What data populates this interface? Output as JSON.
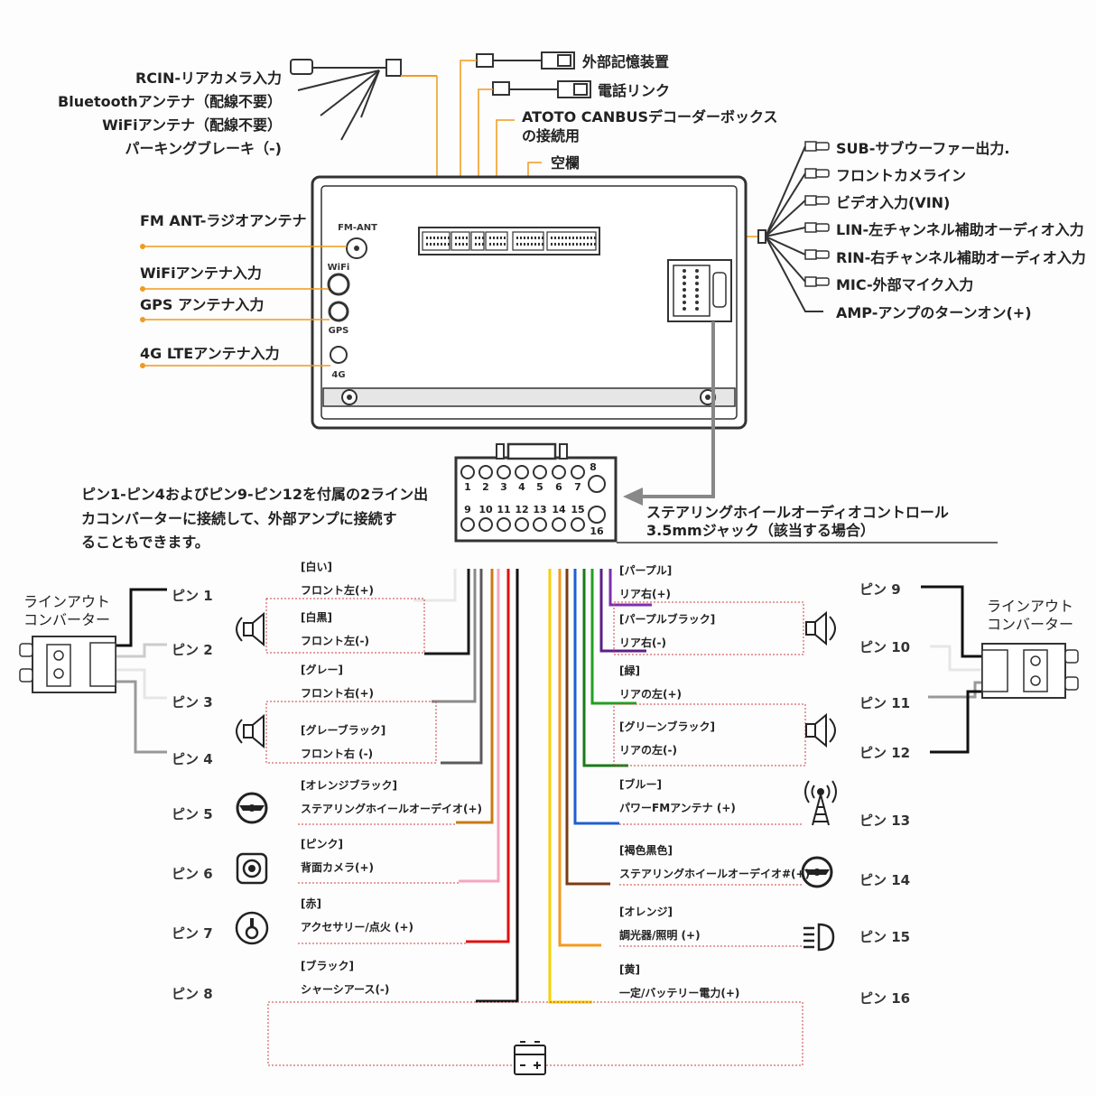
{
  "colors": {
    "orange": "#f29a1d",
    "outline": "#333333",
    "dash": "#d04040",
    "white": "#e8e8e8",
    "white_black": "#1a1a1a",
    "gray": "#8a8a8a",
    "gray_black": "#5a5a5a",
    "orange_black": "#c97a10",
    "pink": "#f4a6c0",
    "red": "#e01010",
    "black": "#111111",
    "yellow": "#f5d000",
    "orange_wire": "#f29a1d",
    "brown": "#7a3d10",
    "blue": "#1f5fd0",
    "green": "#22a022",
    "green_black": "#1a7a1a",
    "purple": "#7b2fb0",
    "purple_black": "#5a2088"
  },
  "top_left_labels": [
    "RCIN-リアカメラ入力",
    "Bluetoothアンテナ（配線不要）",
    "WiFiアンテナ（配線不要）",
    "パーキングブレーキ（-)"
  ],
  "top_center_labels": {
    "external_storage": "外部記憶装置",
    "phone_link": "電話リンク",
    "canbus_line1": "ATOTO CANBUSデコーダーボックス",
    "canbus_line2": "の接続用",
    "empty": "空欄"
  },
  "left_antenna_labels": [
    "FM ANT-ラジオアンテナ",
    "WiFiアンテナ入力",
    "GPS アンテナ入力",
    "4G LTEアンテナ入力"
  ],
  "unit_port_labels": [
    "FM-ANT",
    "WiFi",
    "GPS",
    "4G"
  ],
  "right_labels": [
    "SUB-サブウーファー出力.",
    "フロントカメライン",
    "ビデオ入力(VIN)",
    "LIN-左チャンネル補助オーディオ入力",
    "RIN-右チャンネル補助オーディオ入力",
    "MIC-外部マイク入力",
    "AMP-アンプのターンオン(+)"
  ],
  "connector": {
    "top_numbers": [
      "1",
      "2",
      "3",
      "4",
      "5",
      "6",
      "7",
      "8"
    ],
    "bottom_numbers": [
      "9",
      "10",
      "11",
      "12",
      "13",
      "14",
      "15",
      "16"
    ]
  },
  "note_lines": [
    "ピン1-ピン4およびピン9-ピン12を付属の2ライン出",
    "カコンバーターに接続して、外部アンプに接続す",
    "ることもできます。"
  ],
  "steering_jack": [
    "ステアリングホイールオーディオコントロール",
    "3.5mmジャック（該当する場合）"
  ],
  "converter_label": [
    "ラインアウト",
    "コンバーター"
  ],
  "left_pins": [
    {
      "pin": "ピン 1",
      "tag": "[白い]",
      "desc": "フロント左(+)"
    },
    {
      "pin": "ピン 2",
      "tag": "[白黒]",
      "desc": "フロント左(-)"
    },
    {
      "pin": "ピン 3",
      "tag": "[グレー]",
      "desc": "フロント右(+)"
    },
    {
      "pin": "ピン 4",
      "tag": "[グレーブラック]",
      "desc": "フロント右 (-)"
    },
    {
      "pin": "ピン 5",
      "tag": "[オレンジブラック]",
      "desc": "ステアリングホイールオーデイオ(+)"
    },
    {
      "pin": "ピン 6",
      "tag": "[ピンク]",
      "desc": "背面カメラ(+)"
    },
    {
      "pin": "ピン 7",
      "tag": "[赤]",
      "desc": "アクセサリー/点火 (+)"
    },
    {
      "pin": "ピン 8",
      "tag": "[ブラック]",
      "desc": "シャーシアース(-)"
    }
  ],
  "right_pins": [
    {
      "pin": "ピン 9",
      "tag": "[パープル]",
      "desc": "リア右(+)"
    },
    {
      "pin": "ピン 10",
      "tag": "[パープルブラック]",
      "desc": "リア右(-)"
    },
    {
      "pin": "ピン 11",
      "tag": "[緑]",
      "desc": "リアの左(+)"
    },
    {
      "pin": "ピン 12",
      "tag": "[グリーンブラック]",
      "desc": "リアの左(-)"
    },
    {
      "pin": "ピン 13",
      "tag": "[ブルー]",
      "desc": "パワーFMアンテナ (+)"
    },
    {
      "pin": "ピン 14",
      "tag": "[褐色黒色]",
      "desc": "ステアリングホイールオーデイオ#(+)"
    },
    {
      "pin": "ピン 15",
      "tag": "[オレンジ]",
      "desc": "調光器/照明 (+)"
    },
    {
      "pin": "ピン 16",
      "tag": "[黄]",
      "desc": "一定/バッテリー電力(+)"
    }
  ],
  "icons": {
    "speaker": "speaker-icon",
    "steering": "steering-wheel-icon",
    "camera": "camera-icon",
    "ignition": "ignition-key-icon",
    "antenna": "antenna-icon",
    "headlight": "headlight-icon",
    "battery": "battery-icon"
  }
}
